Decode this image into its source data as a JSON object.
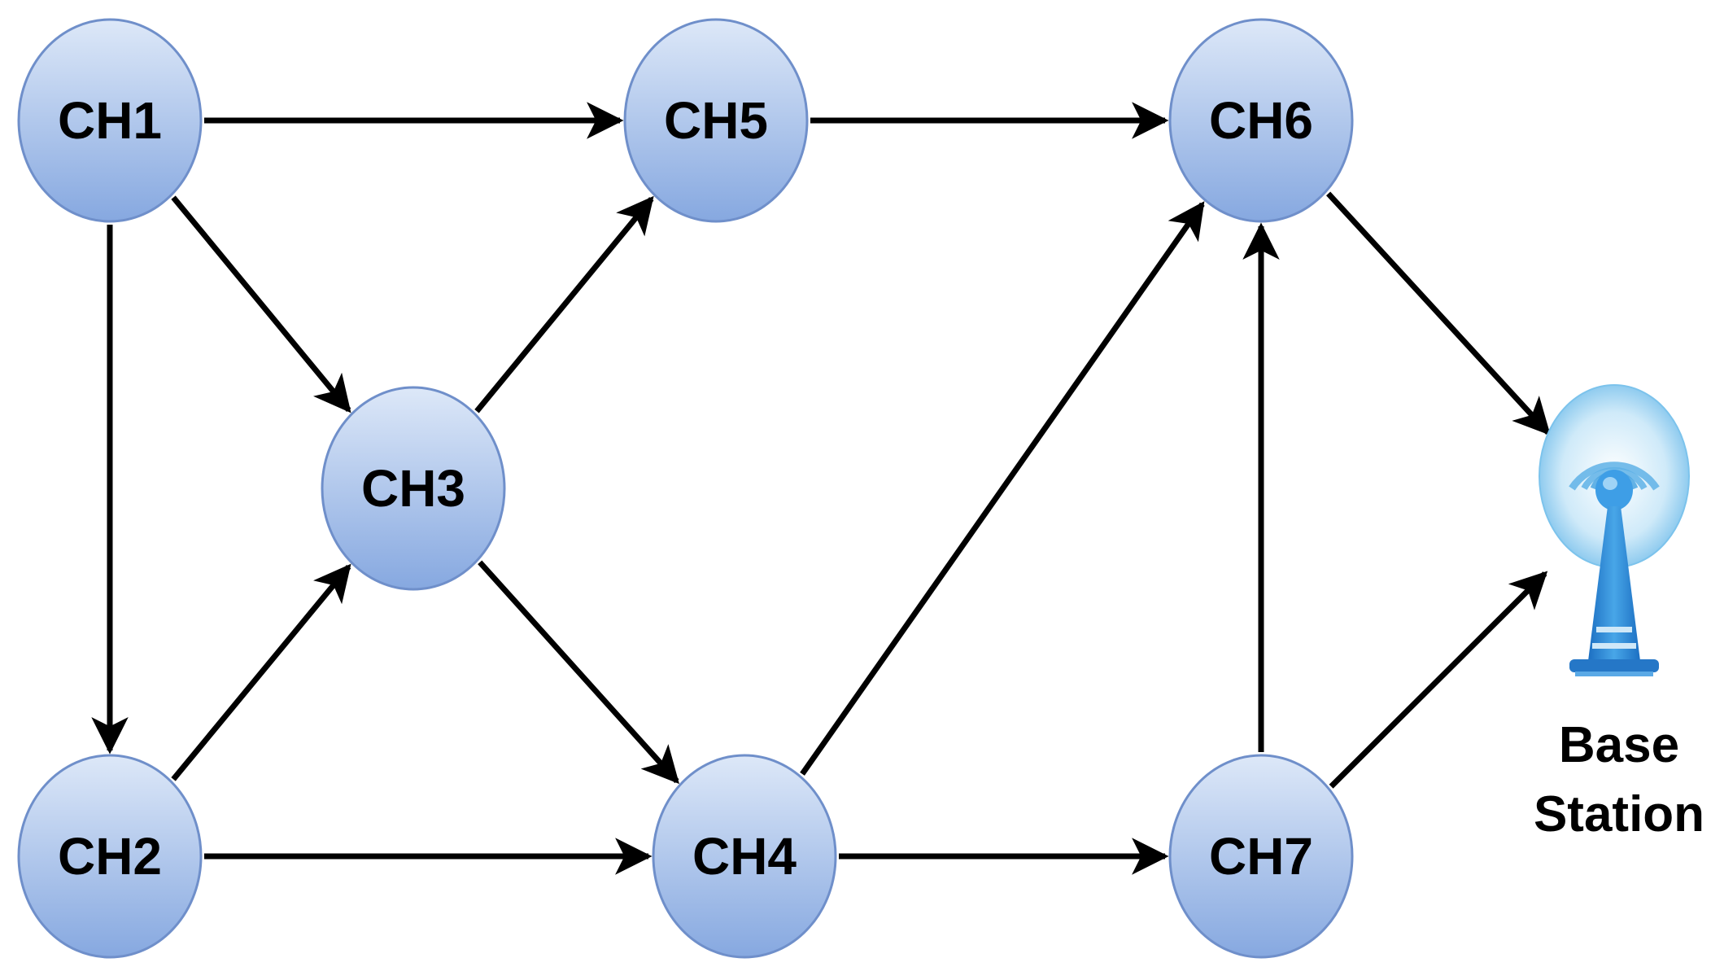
{
  "colors": {
    "node_fill_top": "#dde8f8",
    "node_fill_bottom": "#86a8e0",
    "node_stroke": "#6f8fca",
    "arrow": "#000000",
    "tower": "#2e86d6",
    "tower_light": "#bfe3f7"
  },
  "nodes": [
    {
      "id": "CH1",
      "label": "CH1"
    },
    {
      "id": "CH2",
      "label": "CH2"
    },
    {
      "id": "CH3",
      "label": "CH3"
    },
    {
      "id": "CH4",
      "label": "CH4"
    },
    {
      "id": "CH5",
      "label": "CH5"
    },
    {
      "id": "CH6",
      "label": "CH6"
    },
    {
      "id": "CH7",
      "label": "CH7"
    }
  ],
  "edges": [
    {
      "from": "CH1",
      "to": "CH5"
    },
    {
      "from": "CH1",
      "to": "CH3"
    },
    {
      "from": "CH1",
      "to": "CH2"
    },
    {
      "from": "CH2",
      "to": "CH3"
    },
    {
      "from": "CH2",
      "to": "CH4"
    },
    {
      "from": "CH3",
      "to": "CH5"
    },
    {
      "from": "CH3",
      "to": "CH4"
    },
    {
      "from": "CH5",
      "to": "CH6"
    },
    {
      "from": "CH4",
      "to": "CH6"
    },
    {
      "from": "CH4",
      "to": "CH7"
    },
    {
      "from": "CH7",
      "to": "CH6"
    },
    {
      "from": "CH6",
      "to": "BS"
    },
    {
      "from": "CH7",
      "to": "BS"
    }
  ],
  "base_station": {
    "id": "BS",
    "icon": "antenna-tower-icon",
    "label_line1": "Base",
    "label_line2": "Station"
  }
}
